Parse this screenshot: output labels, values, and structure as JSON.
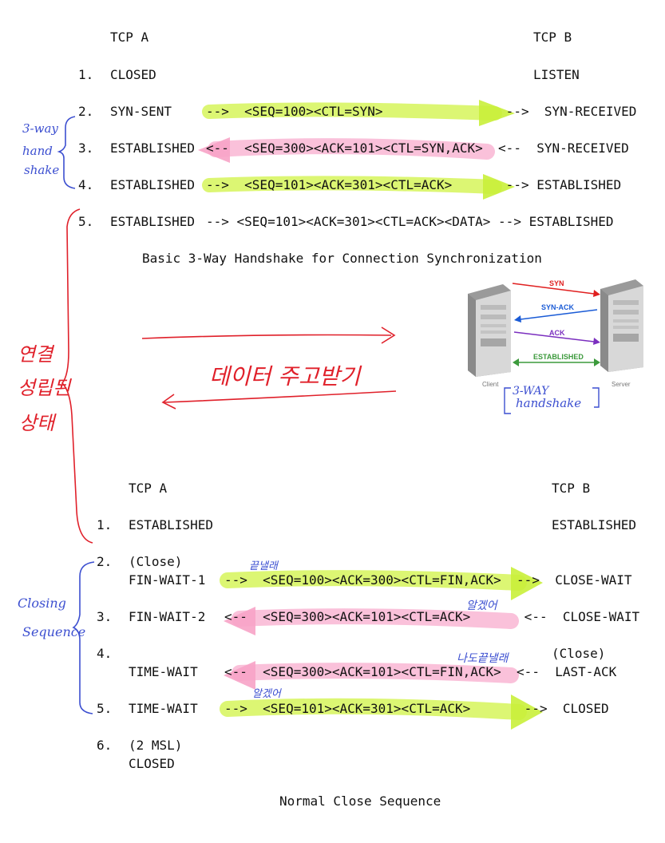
{
  "handshake": {
    "header_a": "TCP A",
    "header_b": "TCP B",
    "rows": [
      {
        "num": "1.",
        "a_state": "CLOSED",
        "segment": "",
        "b_state": "LISTEN"
      },
      {
        "num": "2.",
        "a_state": "SYN-SENT",
        "segment": "-->  <SEQ=100><CTL=SYN>                -->  SYN-RECEIVED",
        "b_state": ""
      },
      {
        "num": "3.",
        "a_state": "ESTABLISHED",
        "segment": "<--  <SEQ=300><ACK=101><CTL=SYN,ACK>  <--  SYN-RECEIVED",
        "b_state": ""
      },
      {
        "num": "4.",
        "a_state": "ESTABLISHED",
        "segment": "-->  <SEQ=101><ACK=301><CTL=ACK>       --> ESTABLISHED",
        "b_state": ""
      },
      {
        "num": "5.",
        "a_state": "ESTABLISHED",
        "segment": "--> <SEQ=101><ACK=301><CTL=ACK><DATA> --> ESTABLISHED",
        "b_state": ""
      }
    ],
    "caption": "Basic 3-Way Handshake for Connection Synchronization"
  },
  "closing": {
    "header_a": "TCP A",
    "header_b": "TCP B",
    "row1": {
      "num": "1.",
      "a": "ESTABLISHED",
      "b": "ESTABLISHED"
    },
    "row2": {
      "num": "2.",
      "close": "(Close)",
      "a": "FIN-WAIT-1",
      "line": "-->  <SEQ=100><ACK=300><CTL=FIN,ACK>  -->  CLOSE-WAIT"
    },
    "row3": {
      "num": "3.",
      "a": "FIN-WAIT-2",
      "line": "<--  <SEQ=300><ACK=101><CTL=ACK>       <--  CLOSE-WAIT"
    },
    "row4": {
      "num": "4.",
      "b_close": "(Close)",
      "a": "TIME-WAIT",
      "line": "<--  <SEQ=300><ACK=101><CTL=FIN,ACK>  <--  LAST-ACK"
    },
    "row5": {
      "num": "5.",
      "a": "TIME-WAIT",
      "line": "-->  <SEQ=101><ACK=301><CTL=ACK>       -->  CLOSED"
    },
    "row6": {
      "num": "6.",
      "a1": "(2 MSL)",
      "a2": "CLOSED"
    },
    "caption": "Normal Close Sequence"
  },
  "annotations": {
    "three_way_1": "3-way",
    "three_way_2": "hand",
    "three_way_3": "shake",
    "connected_1": "연결",
    "connected_2": "성립된",
    "connected_3": "상태",
    "data_exchange": "데이터 주고받기",
    "closing_1": "Closing",
    "closing_2": "Sequence",
    "note_fin": "끝낼래",
    "note_ack1": "알겠어",
    "note_fin2": "나도끝낼래",
    "note_ack2": "알겠어",
    "handshake_tag_1": "3-WAY",
    "handshake_tag_2": "handshake"
  },
  "mini_diagram": {
    "syn": "SYN",
    "syn_ack": "SYN-ACK",
    "ack": "ACK",
    "established": "ESTABLISHED",
    "client": "Client",
    "server": "Server"
  },
  "colors": {
    "highlight_green": "#d6f55a",
    "highlight_pink": "#f9b6d4",
    "pen_blue": "#3c4fd0",
    "pen_red": "#e0202a"
  }
}
